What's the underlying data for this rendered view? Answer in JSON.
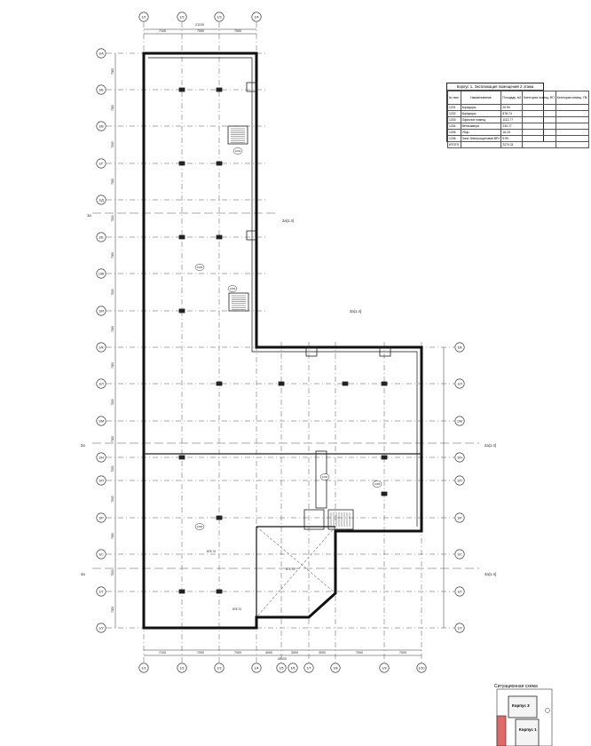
{
  "drawing": {
    "grid_columns_top": [
      "1/1",
      "1/2",
      "1/3",
      "1/4"
    ],
    "grid_columns_bottom": [
      "1/1",
      "1/2",
      "1/3",
      "1/4",
      "1/5",
      "1/6",
      "1/7",
      "1/8",
      "1/9",
      "1/10"
    ],
    "grid_rows_left": [
      "1/А",
      "1/Б",
      "1/В",
      "1/Г",
      "1/Д",
      "1/Е",
      "1/Ж",
      "1/И",
      "1/К",
      "1/Л",
      "1/М",
      "1/Н",
      "1/П",
      "1/Р",
      "1/С",
      "1/Т",
      "1/У"
    ],
    "grid_rows_right": [
      "1/К",
      "1/Л",
      "1/М",
      "1/Н",
      "1/П",
      "1/Р",
      "1/С",
      "1/Т",
      "1/У"
    ],
    "dims_top": [
      "7100",
      "7000",
      "7000"
    ],
    "dim_top_total": "21100",
    "dims_bottom": [
      "7100",
      "7000",
      "7000",
      "4000",
      "3000",
      "3000",
      "7000",
      "7000"
    ],
    "dim_bottom_total": "45100",
    "dims_left_rows": [
      "7000",
      "7000",
      "7000",
      "7000",
      "7000",
      "7000",
      "7000",
      "7000",
      "7000",
      "7000",
      "7000",
      "7000",
      "7000",
      "7000",
      "7000",
      "7000"
    ],
    "section_marks": [
      "1а",
      "2а(1.4)",
      "3а(1.4)",
      "2а",
      "2а(1.4)",
      "4а",
      "4а(1.4)"
    ],
    "room_tags": [
      "1201",
      "1202",
      "1203",
      "1204",
      "1205",
      "1206"
    ],
    "area_labels": [
      "878.74",
      "878.74",
      "878.74"
    ]
  },
  "explication": {
    "title": "Корпус 1. Экспликация помещений 2 этажа",
    "headers": [
      "№ пом.",
      "Наименование",
      "Площадь, м2",
      "Категория помещ. ФП",
      "Категория помещ. ПБ"
    ],
    "rows": [
      [
        "1201",
        "Коридоры",
        "20.90",
        "",
        ""
      ],
      [
        "1202",
        "Коридоры",
        "878.74",
        "",
        ""
      ],
      [
        "1203",
        "Офисное помещ.",
        "1113.77",
        "",
        ""
      ],
      [
        "1204",
        "Венткамера",
        "230.77",
        "",
        ""
      ],
      [
        "1205",
        "Убор.",
        "16.23",
        "",
        ""
      ],
      [
        "1206",
        "Зона Электрощитовая ВРУ",
        "9.90",
        "",
        ""
      ],
      [
        "ИТОГО",
        "",
        "2270.31",
        "",
        ""
      ]
    ]
  },
  "keyplan": {
    "title": "Ситуационная схема",
    "labels": [
      "Корпус 3",
      "Корпус 1"
    ]
  }
}
